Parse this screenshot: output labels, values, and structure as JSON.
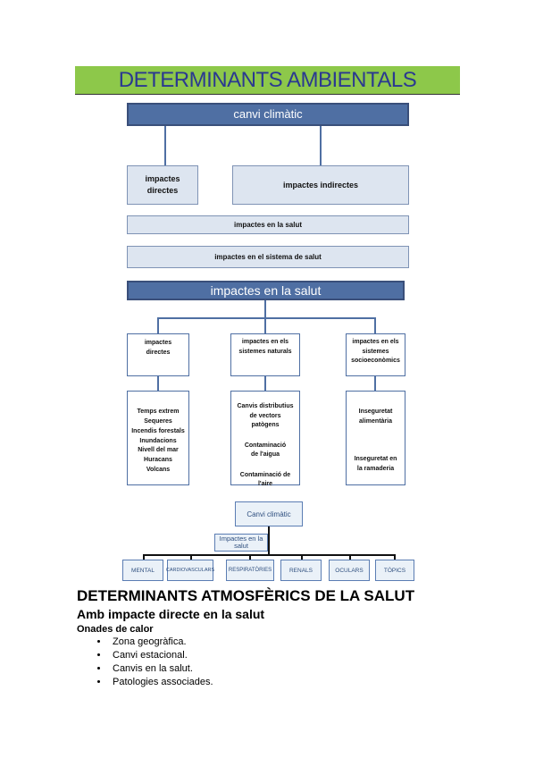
{
  "banner_title": "DETERMINANTS AMBIENTALS",
  "diagram1": {
    "top": "canvi climàtic",
    "direct": "impactes directes",
    "indirect": "impactes indirectes",
    "health": "impactes en la salut",
    "system": "impactes en el sistema de salut"
  },
  "diagram2": {
    "top": "impactes en la salut",
    "col1_head": "impactes directes",
    "col2_head": "impactes en els sistemes naturals",
    "col3_head": "impactes en els sistemes socioeconòmics",
    "col1_items": [
      "Temps extrem",
      "Sequeres",
      "Incendis forestals",
      "Inundacions",
      "Nivell del mar",
      "Huracans",
      "Volcans"
    ],
    "col2_items": [
      "Canvis distributius de vectors patògens",
      "Contaminació de l'aigua",
      "Contaminació de l'aire"
    ],
    "col3_items": [
      "Inseguretat alimentària",
      "Inseguretat en la ramaderia"
    ]
  },
  "diagram3": {
    "top": "Canvi climàtic",
    "mid": "Impactes en la salut",
    "leaves": [
      "MENTAL",
      "CARDIOVASCULARS",
      "RESPIRATÒRIES",
      "RENALS",
      "OCULARS",
      "TÒPICS"
    ]
  },
  "section": {
    "title": "DETERMINANTS ATMOSFÈRICS DE LA SALUT",
    "subtitle": "Amb impacte directe en la salut",
    "subsub": "Onades de calor",
    "bullets": [
      "Zona geogràfica.",
      "Canvi estacional.",
      "Canvis en la salut.",
      "Patologies associades."
    ]
  }
}
